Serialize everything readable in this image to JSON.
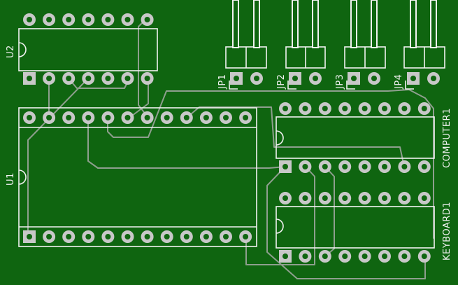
{
  "board": {
    "background": "#0f6510",
    "silkscreen_color": "#f2f2f2",
    "trace_color": "#8e9f8e",
    "pad_color": "#c8c8c8"
  },
  "components": {
    "u2": {
      "label": "U2"
    },
    "u1": {
      "label": "U1"
    },
    "computer": {
      "label": "COMPUTER1"
    },
    "keyboard": {
      "label": "KEYBOARD1"
    },
    "jp1": {
      "label": "JP1"
    },
    "jp2": {
      "label": "JP2"
    },
    "jp3": {
      "label": "JP3"
    },
    "jp4": {
      "label": "JP4"
    }
  }
}
